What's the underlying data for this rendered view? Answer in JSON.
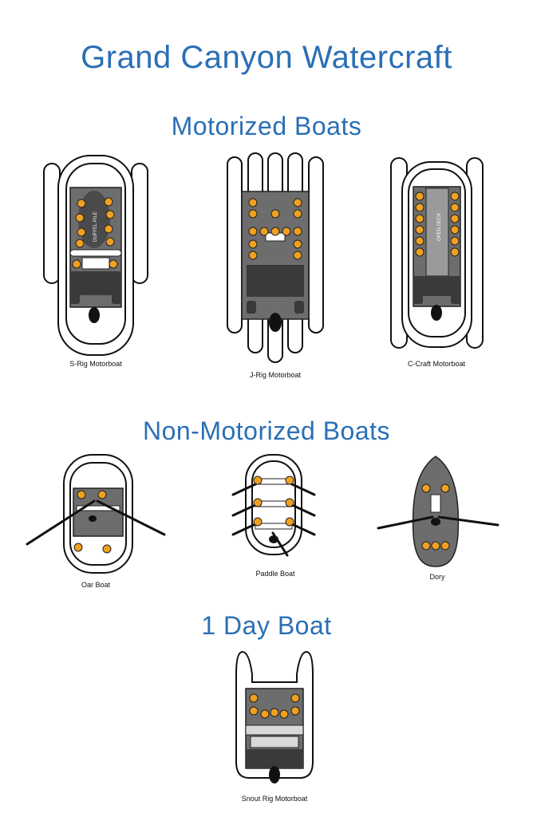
{
  "title": "Grand Canyon Watercraft",
  "sections": {
    "motorized": "Motorized Boats",
    "non_motorized": "Non-Motorized Boats",
    "day": "1 Day Boat"
  },
  "boats": {
    "s_rig": {
      "label": "S-Rig Motorboat",
      "deck_text": "DUFFEL PILE"
    },
    "j_rig": {
      "label": "J-Rig Motorboat"
    },
    "c_craft": {
      "label": "C-Craft Motorboat",
      "deck_text": "OPEN DECK"
    },
    "oar": {
      "label": "Oar Boat"
    },
    "paddle": {
      "label": "Paddle Boat"
    },
    "dory": {
      "label": "Dory"
    },
    "snout": {
      "label": "Snout Rig Motorboat"
    }
  },
  "colors": {
    "title": "#2a6fb5",
    "person": "#f0a020",
    "deck": "#6d6d6d"
  }
}
